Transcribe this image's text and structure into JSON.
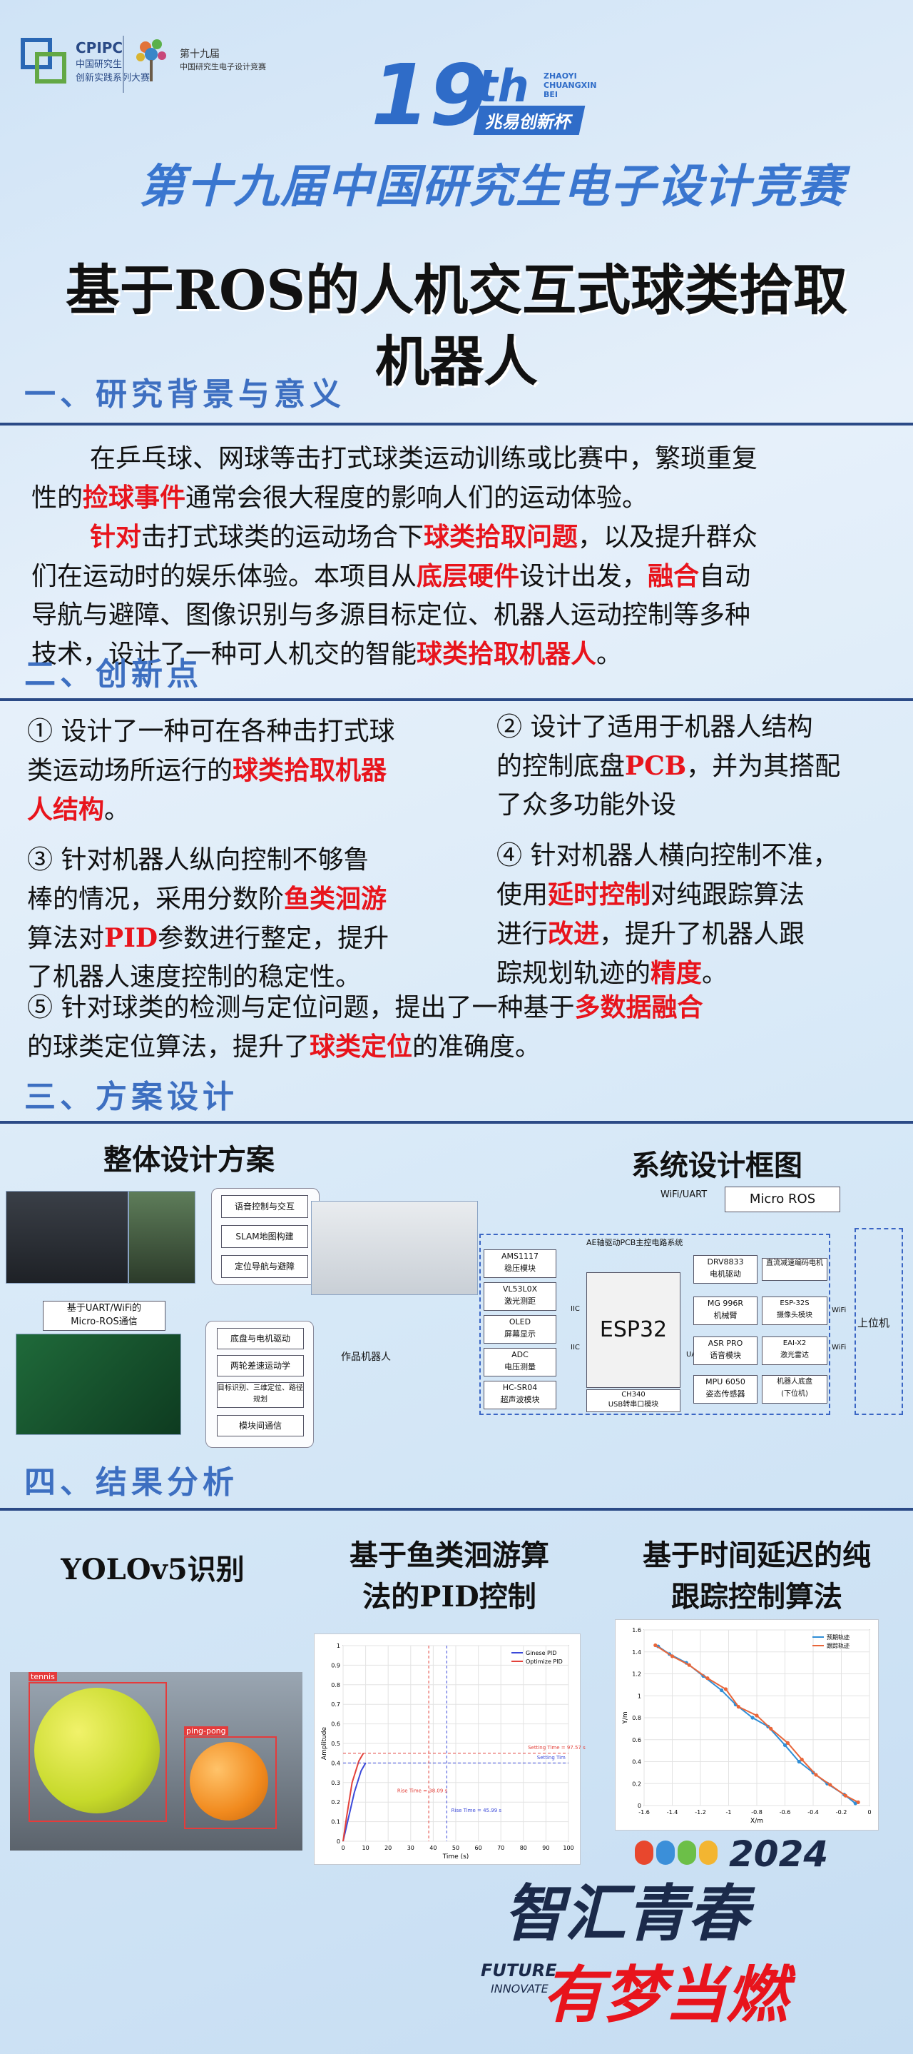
{
  "header": {
    "cpipc_logo": "CPIPC",
    "cpipc_sub1": "中国研究生",
    "cpipc_sub2": "创新实践系列大赛",
    "edc_logo": "第十九届",
    "edc_sub": "中国研究生电子设计竞赛",
    "edition": "19",
    "edition_suffix": "th",
    "zhaoyi_en": "ZHAOYI CHUANGXIN BEI",
    "zhaoyi_cn": "兆易创新杯",
    "competition_title": "第十九届中国研究生电子设计竞赛"
  },
  "title": {
    "line1": "基于ROS的人机交互式球类拾取",
    "line2": "机器人"
  },
  "section1": {
    "title": "一、研究背景与意义",
    "p1": [
      "在乒乓球、网球等击打式球类运动训练或比赛中，繁琐重复",
      "性的",
      "捡球事件",
      "通常会很大程度的影响人们的运动体验。"
    ],
    "p2": [
      "针对",
      "击打式球类的运动场合下",
      "球类拾取问题",
      "，以及提升群众",
      "们在运动时的娱乐体验。本项目从",
      "底层硬件",
      "设计出发，",
      "融合",
      "自动",
      "导航与避障、图像识别与多源目标定位、机器人运动控制等多种",
      "技术，设计了一种可人机交的智能",
      "球类拾取机器人",
      "。"
    ]
  },
  "section2": {
    "title": "二、创新点",
    "i1": [
      "① 设计了一种可在各种击打式球",
      "类运动场所运行的",
      "球类拾取机器",
      "人结构",
      "。"
    ],
    "i2": [
      "② 设计了适用于机器人结构",
      "的控制底盘",
      "PCB",
      "，并为其搭配",
      "了众多功能外设"
    ],
    "i3": [
      "③ 针对机器人纵向控制不够鲁",
      "棒的情况，采用分数阶",
      "鱼类洄游",
      "算法对",
      "PID",
      "参数进行整定，提升",
      "了机器人速度控制的稳定性。"
    ],
    "i4": [
      "④ 针对机器人横向控制不准，",
      "使用",
      "延时控制",
      "对纯跟踪算法",
      "进行",
      "改进",
      "，提升了机器人跟",
      "踪规划轨迹的",
      "精度",
      "。"
    ],
    "i5": [
      "⑤ 针对球类的检测与定位问题，提出了一种基于",
      "多数据融合",
      "的球类定位算法，提升了",
      "球类定位",
      "的准确度。"
    ]
  },
  "section3": {
    "title": "三、方案设计",
    "left_caption": "整体设计方案",
    "right_caption": "系统设计框图",
    "left_boxes": [
      "语音控制与交互",
      "SLAM地图构建",
      "定位导航与避障",
      "底盘与电机驱动",
      "两轮差速运动学",
      "目标识别、三维定位、路径规划",
      "模块间通信"
    ],
    "left_link": "基于UART/WiFi的",
    "left_link2": "Micro-ROS通信",
    "left_product": "作品机器人",
    "diag_wifi": "WiFi/UART",
    "diag_microros": "Micro ROS",
    "diag_board_title": "AE轴驱动PCB主控电路系统",
    "diag_left": [
      "AMS1117\n稳压模块",
      "VL53L0X\n激光测距",
      "OLED\n屏幕显示",
      "ADC\n电压测量",
      "HC-SR04\n超声波模块"
    ],
    "diag_center": "ESP32",
    "diag_bottom": "CH340\nUSB转串口模块",
    "diag_right": [
      "DRV8833\n电机驱动",
      "MG 996R\n机械臂",
      "ASR PRO\n语音模块",
      "MPU 6050\n姿态传感器"
    ],
    "diag_far": [
      "直流减速编码电机",
      "ESP-32S\n摄像头模块",
      "EAI-X2\n激光雷达",
      "机器人底盘\n(下位机)"
    ],
    "diag_host": "上位机",
    "diag_wifi2": "WiFi",
    "diag_wifi3": "WiFi",
    "diag_uart": "UART",
    "diag_iic1": "IIC",
    "diag_iic2": "IIC"
  },
  "section4": {
    "title": "四、结果分析",
    "c1": "YOLOv5识别",
    "c2a": "基于鱼类洄游算",
    "c2b": "法的PID控制",
    "c3a": "基于时间延迟的纯",
    "c3b": "跟踪控制算法",
    "yolo_label1": "tennis",
    "yolo_label2": "ping-pong"
  },
  "footer": {
    "year": "2024",
    "slogan1": "智汇青春",
    "slogan2": "有梦当燃",
    "future": "FUTURE",
    "innovate": "INNOVATE"
  },
  "chart_data": [
    {
      "type": "line",
      "title": "",
      "xlabel": "Time (s)",
      "ylabel": "Amplitude",
      "xlim": [
        0,
        100
      ],
      "ylim": [
        0,
        1
      ],
      "legend_position": "top-right",
      "series": [
        {
          "name": "Ginese PID",
          "color": "#3b49d9",
          "x": [
            0,
            2,
            5,
            8,
            10
          ],
          "y": [
            0,
            0.1,
            0.25,
            0.36,
            0.4
          ]
        },
        {
          "name": "Optimize PID",
          "color": "#e3413a",
          "x": [
            0,
            1.5,
            4,
            7,
            9
          ],
          "y": [
            0,
            0.12,
            0.3,
            0.41,
            0.45
          ]
        }
      ],
      "annotations": [
        "Setting Time = 97.57 s",
        "Setting Tim",
        "Rise Time = 38.09 s",
        "Rise Time = 45.99 s"
      ]
    },
    {
      "type": "line",
      "title": "",
      "xlabel": "X/m",
      "ylabel": "Y/m",
      "xlim": [
        -1.6,
        0
      ],
      "ylim": [
        0,
        1.6
      ],
      "legend_position": "top-right",
      "series": [
        {
          "name": "预期轨迹",
          "color": "#2f8ed6",
          "x": [
            -1.5,
            -1.42,
            -1.3,
            -1.18,
            -1.05,
            -0.95,
            -0.83,
            -0.72,
            -0.6,
            -0.5,
            -0.4,
            -0.3,
            -0.18,
            -0.1
          ],
          "y": [
            1.45,
            1.38,
            1.3,
            1.18,
            1.05,
            0.92,
            0.8,
            0.72,
            0.55,
            0.4,
            0.3,
            0.2,
            0.1,
            0.02
          ]
        },
        {
          "name": "跟踪轨迹",
          "color": "#e8663a",
          "x": [
            -1.52,
            -1.4,
            -1.28,
            -1.15,
            -1.02,
            -0.93,
            -0.8,
            -0.7,
            -0.58,
            -0.48,
            -0.38,
            -0.28,
            -0.17,
            -0.08
          ],
          "y": [
            1.46,
            1.36,
            1.28,
            1.16,
            1.06,
            0.9,
            0.82,
            0.7,
            0.57,
            0.42,
            0.28,
            0.19,
            0.09,
            0.03
          ]
        }
      ]
    }
  ]
}
